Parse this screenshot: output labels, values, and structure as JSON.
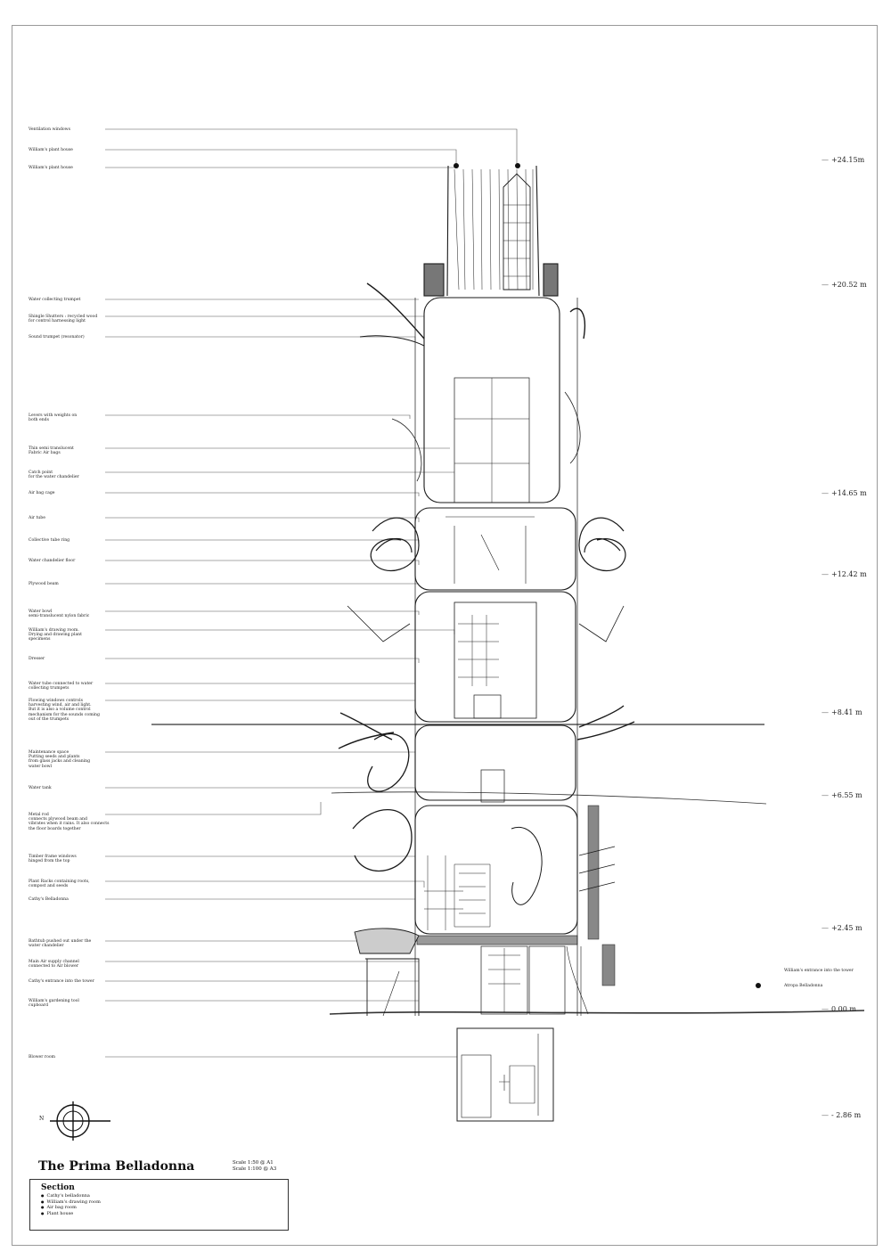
{
  "title": "The Prima Belladonna",
  "scale": [
    "Scale 1:50   @ A1",
    "Scale 1:100   @ A3"
  ],
  "legend": {
    "title": "Section",
    "items": [
      "Cathy's belladonna",
      "William's drawing room",
      "Air bag room",
      "Plant house"
    ]
  },
  "labels": [
    "Ventilation windows",
    "William's plant house",
    "William's plant house",
    "Water collecting trumpet",
    "Shingle Shutters : recycled wood\nfor control harnessing light",
    "Sound trumpet (resonator)",
    "Levers with weights on\nboth ends",
    "Thin semi translucent\nFabric Air bags",
    "Catch point\nfor the water chandelier",
    "Air bag cage",
    "Air tube",
    "Collective tube ring",
    "Water chandelier floor",
    "Plywood beam",
    "Water bowl\nsemi-translucent nylon fabric",
    "William's drawing room.\nDrying and drawing plant\nspecimens",
    "Dresser",
    "Water tube connected to water\ncollecting trumpets",
    "Flowing windows controls\nharvesting wind, air and light.\nBut it is also a volume control\nmechanism for the sounds coming\nout of the trumpets",
    "Maintenance space\nPutting seeds and plants\nfrom glass jacks and cleaning\nwater bowl",
    "Water tank",
    "Metal rod\nconnects plywood beam and\nvibrates when it rains. It also connects\nthe floor boards together",
    "Timber frame windows\nhinged from the top",
    "Plant Racks containing roots,\ncompost and seeds",
    "Cathy's Belladonna",
    "Bathtub pushed out under the\nwater chandelier",
    "Main Air supply channel\nconnected to Air blower",
    "Cathy's entrance into the tower",
    "William's gardening tool\ncupboard",
    "Blower room"
  ],
  "levels": [
    "+24.15m",
    "+20.52 m",
    "+14.65 m",
    "+12.42 m",
    "+8.41 m",
    "+6.55 m",
    "+2.45 m",
    "0.00 m",
    "- 2.86 m"
  ],
  "side_labels": [
    "William's entrance into the tower",
    "Atropa Belladonna"
  ],
  "north": "N"
}
